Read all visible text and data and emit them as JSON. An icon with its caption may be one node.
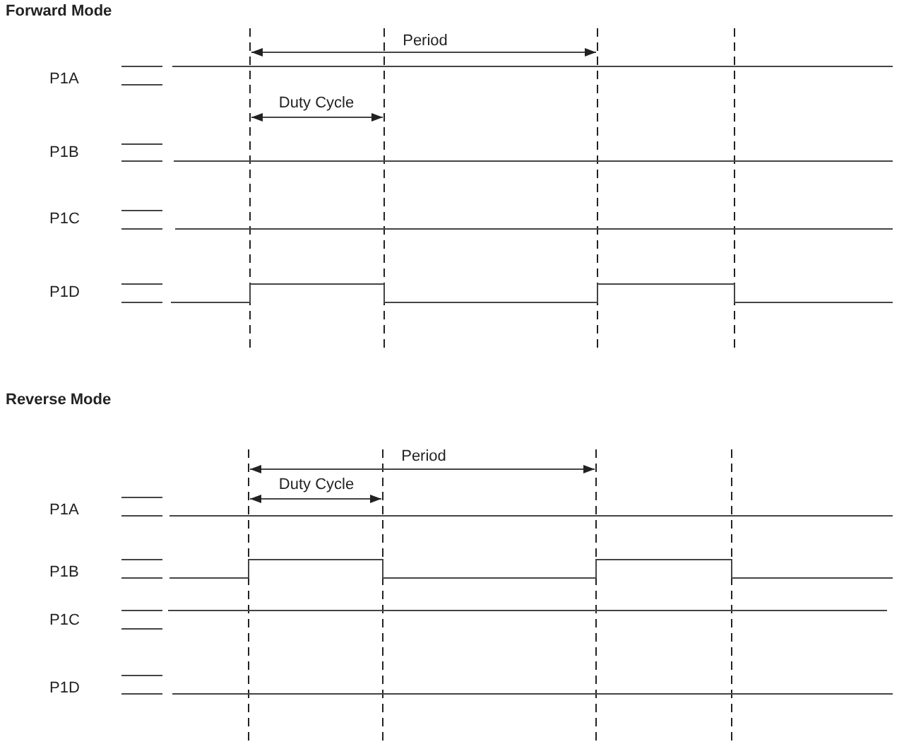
{
  "diagram": {
    "labels": [
      "Forward Mode",
      "Period",
      "P1A",
      "Duty Cycle",
      "P1B",
      "P1C",
      "P1D",
      "Reverse Mode",
      "Period",
      "Duty Cycle",
      "P1A",
      "P1B",
      "P1C",
      "P1D"
    ]
  }
}
